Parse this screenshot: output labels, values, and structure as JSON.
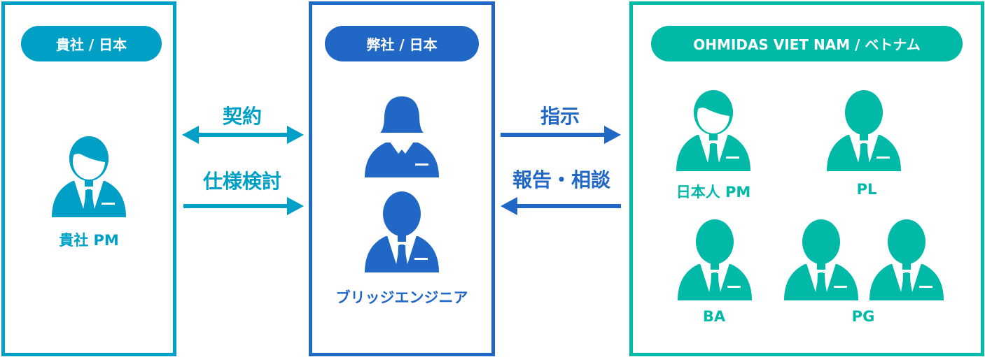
{
  "colors": {
    "client": "#00a0c6",
    "company": "#2167c6",
    "vietnam": "#00b9a7"
  },
  "client": {
    "title": "貴社 / 日本",
    "person": "貴社 PM"
  },
  "company": {
    "title": "弊社 / 日本",
    "person": "ブリッジエンジニア"
  },
  "vietnam": {
    "title": "OHMIDAS VIET NAM / ベトナム",
    "people": [
      "日本人 PM",
      "PL",
      "BA",
      "PG"
    ]
  },
  "arrows": {
    "contract": "契約",
    "spec": "仕様検討",
    "instruction": "指示",
    "report": "報告・相談"
  }
}
